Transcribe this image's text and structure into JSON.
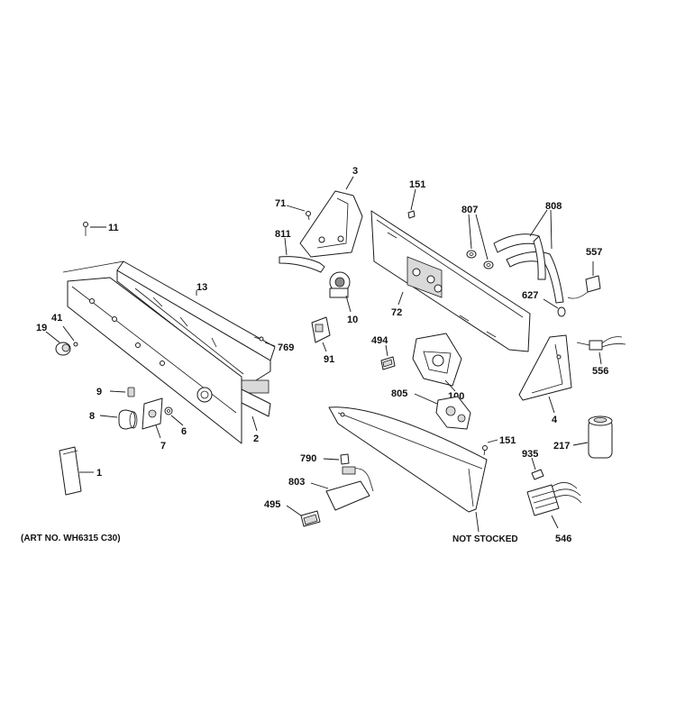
{
  "callouts": {
    "c1": "1",
    "c2": "2",
    "c3": "3",
    "c4": "4",
    "c6": "6",
    "c7": "7",
    "c8": "8",
    "c9": "9",
    "c10": "10",
    "c11": "11",
    "c13": "13",
    "c19": "19",
    "c41": "41",
    "c71": "71",
    "c72": "72",
    "c91": "91",
    "c100": "100",
    "c151a": "151",
    "c151b": "151",
    "c217": "217",
    "c494": "494",
    "c495": "495",
    "c546": "546",
    "c556": "556",
    "c557": "557",
    "c627": "627",
    "c769": "769",
    "c790": "790",
    "c803": "803",
    "c805": "805",
    "c807": "807",
    "c808": "808",
    "c811": "811",
    "c935": "935"
  },
  "captions": {
    "art_no": "(ART NO. WH6315 C30)",
    "not_stocked": "NOT STOCKED"
  }
}
